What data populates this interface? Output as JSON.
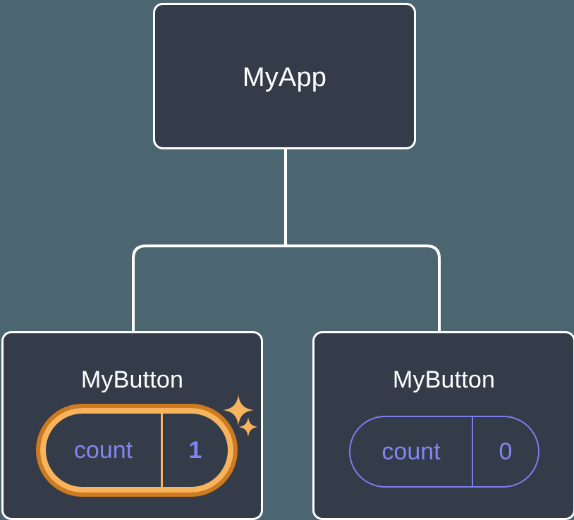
{
  "diagram": {
    "type": "component-tree",
    "background_color": "#4c6671",
    "card_fill_color": "#343b49",
    "card_border_color": "#ffffff",
    "connector_color": "#ffffff",
    "accent_purple": "#8186ef",
    "accent_orange_outer": "#cf7a1d",
    "accent_orange_inner": "#f8b45c",
    "root": {
      "label": "MyApp"
    },
    "children": [
      {
        "label": "MyButton",
        "highlighted": true,
        "state": {
          "key": "count",
          "value": "1"
        },
        "sparkles": [
          "sparkle-large",
          "sparkle-small"
        ]
      },
      {
        "label": "MyButton",
        "highlighted": false,
        "state": {
          "key": "count",
          "value": "0"
        },
        "sparkles": []
      }
    ]
  }
}
